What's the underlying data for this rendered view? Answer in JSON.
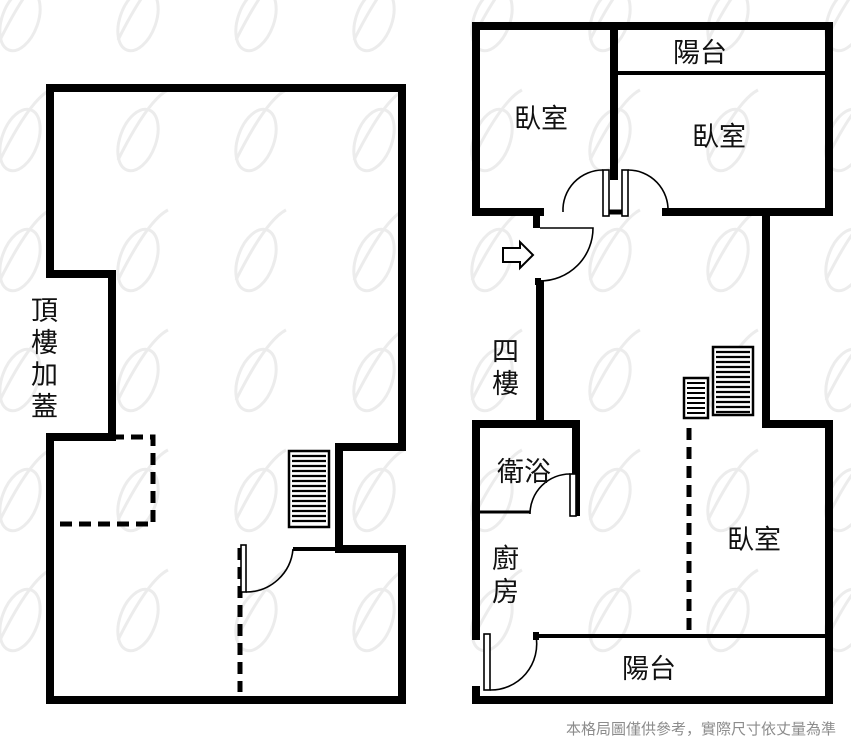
{
  "left_plan": {
    "label_chars": [
      "頂",
      "樓",
      "加",
      "蓋"
    ]
  },
  "right_plan": {
    "bedroom_top_left": "臥室",
    "balcony_top": "陽台",
    "bedroom_top_right": "臥室",
    "floor_label_chars": [
      "四",
      "樓"
    ],
    "bathroom": "衛浴",
    "kitchen_chars": [
      "廚",
      "房"
    ],
    "bedroom_bottom_right": "臥室",
    "balcony_bottom": "陽台"
  },
  "footer": {
    "disclaimer": "本格局圖僅供參考，實際尺寸依丈量為準"
  },
  "colors": {
    "wall": "#000000",
    "background": "#ffffff",
    "watermark": "#e6e6e6",
    "disclaimer": "#8c8c8c"
  },
  "icons": [
    "entrance-arrow-icon",
    "staircase-icon",
    "door-swing-icon",
    "watermark-logo"
  ]
}
